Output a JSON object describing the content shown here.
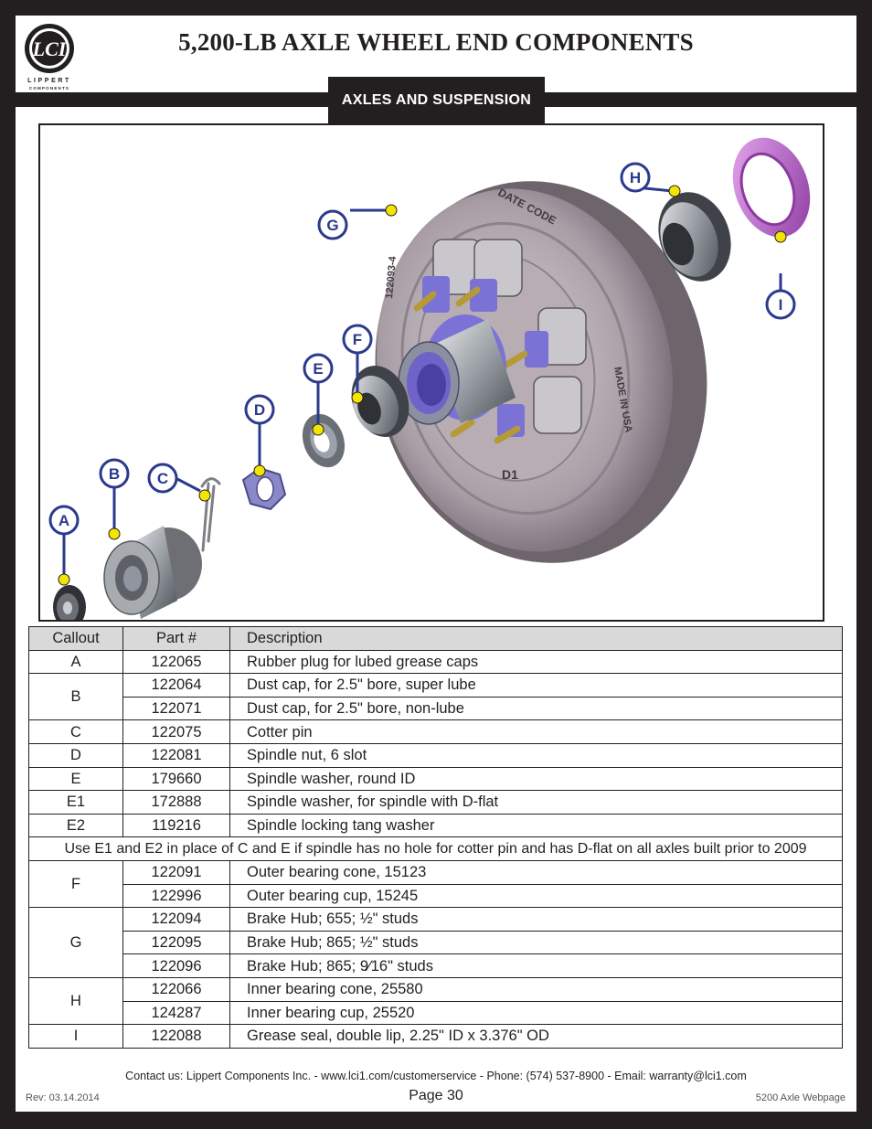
{
  "header": {
    "title": "5,200-LB AXLE WHEEL END COMPONENTS",
    "logo_mark": "LCI",
    "logo_name": "LIPPERT",
    "logo_sub": "COMPONENTS"
  },
  "section_tab": "AXLES AND SUSPENSION",
  "diagram": {
    "callouts": [
      "A",
      "B",
      "C",
      "D",
      "E",
      "F",
      "G",
      "H",
      "I"
    ],
    "drum_text": [
      "DATE CODE",
      "122093-4",
      "MADE IN USA"
    ],
    "callout_color": "#2b3a8c",
    "dot_color": "#f4e500",
    "hub_accent": "#7b72d6",
    "seal_color": "#c470d6"
  },
  "table": {
    "headers": [
      "Callout",
      "Part #",
      "Description"
    ],
    "rows": [
      {
        "callout": "A",
        "span": 1,
        "parts": [
          {
            "part": "122065",
            "desc": "Rubber plug for lubed grease caps"
          }
        ]
      },
      {
        "callout": "B",
        "span": 2,
        "parts": [
          {
            "part": "122064",
            "desc": "Dust cap, for 2.5\" bore, super lube"
          },
          {
            "part": "122071",
            "desc": "Dust cap, for 2.5\" bore, non-lube"
          }
        ]
      },
      {
        "callout": "C",
        "span": 1,
        "parts": [
          {
            "part": "122075",
            "desc": "Cotter pin"
          }
        ]
      },
      {
        "callout": "D",
        "span": 1,
        "parts": [
          {
            "part": "122081",
            "desc": "Spindle nut, 6 slot"
          }
        ]
      },
      {
        "callout": "E",
        "span": 1,
        "parts": [
          {
            "part": "179660",
            "desc": "Spindle washer, round ID"
          }
        ]
      },
      {
        "callout": "E1",
        "span": 1,
        "parts": [
          {
            "part": "172888",
            "desc": "Spindle washer, for spindle with D-flat"
          }
        ]
      },
      {
        "callout": "E2",
        "span": 1,
        "parts": [
          {
            "part": "119216",
            "desc": "Spindle locking tang washer"
          }
        ]
      }
    ],
    "note": "Use E1 and E2 in place of C and E if spindle has no hole for cotter pin and has D-flat on all axles built prior to 2009",
    "rows_after": [
      {
        "callout": "F",
        "span": 2,
        "parts": [
          {
            "part": "122091",
            "desc": "Outer bearing cone, 15123"
          },
          {
            "part": "122996",
            "desc": "Outer bearing cup, 15245"
          }
        ]
      },
      {
        "callout": "G",
        "span": 3,
        "parts": [
          {
            "part": "122094",
            "desc": "Brake Hub; 655; ½\" studs"
          },
          {
            "part": "122095",
            "desc": "Brake Hub; 865; ½\" studs"
          },
          {
            "part": "122096",
            "desc": "Brake Hub; 865; 9⁄16\" studs"
          }
        ]
      },
      {
        "callout": "H",
        "span": 2,
        "parts": [
          {
            "part": "122066",
            "desc": "Inner bearing cone, 25580"
          },
          {
            "part": "124287",
            "desc": "Inner bearing cup, 25520"
          }
        ]
      },
      {
        "callout": "I",
        "span": 1,
        "parts": [
          {
            "part": "122088",
            "desc": "Grease seal, double lip, 2.25\" ID x 3.376\" OD"
          }
        ]
      }
    ]
  },
  "footer": {
    "contact": "Contact us: Lippert Components Inc. - www.lci1.com/customerservice - Phone: (574) 537-8900 - Email: warranty@lci1.com",
    "rev": "Rev: 03.14.2014",
    "page": "Page 30",
    "web": "5200 Axle Webpage"
  }
}
